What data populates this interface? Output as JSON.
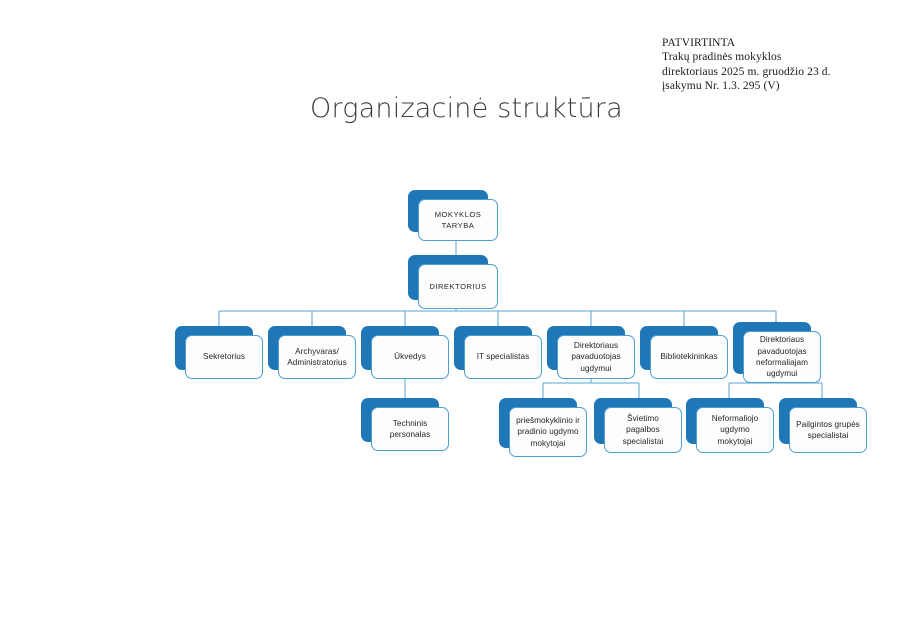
{
  "document": {
    "approval_note": [
      "PATVIRTINTA",
      "Trakų pradinės mokyklos",
      "direktoriaus 2025 m. gruodžio 23 d.",
      "įsakymu Nr. 1.3. 295 (V)"
    ],
    "title": "Organizacinė struktūra"
  },
  "colors": {
    "box_shadow_blue": "#2077b8",
    "box_border_blue": "#4d9fd2",
    "box_fill": "#fdfdfd",
    "connector_blue": "#5aa3d0",
    "page_background": "#ffffff",
    "title_text": "#3b3b3b",
    "body_text": "#20262b"
  },
  "org_chart": {
    "type": "hierarchy",
    "levels": 4,
    "nodes": [
      {
        "id": "mokyklos-taryba",
        "label": "MOKYKLOS TARYBA",
        "level": 1,
        "parent": null
      },
      {
        "id": "direktorius",
        "label": "DIREKTORIUS",
        "level": 2,
        "parent": "mokyklos-taryba"
      },
      {
        "id": "sekretorius",
        "label": "Sekretorius",
        "level": 3,
        "parent": "direktorius"
      },
      {
        "id": "archyvaras",
        "label": "Archyvaras/ Administratorius",
        "level": 3,
        "parent": "direktorius"
      },
      {
        "id": "ukvedys",
        "label": "Ūkvedys",
        "level": 3,
        "parent": "direktorius"
      },
      {
        "id": "it-specialistas",
        "label": "IT specialistas",
        "level": 3,
        "parent": "direktorius"
      },
      {
        "id": "pavaduotojas-ugdymui",
        "label": "Direktoriaus pavaduotojas ugdymui",
        "level": 3,
        "parent": "direktorius"
      },
      {
        "id": "bibliotekininkas",
        "label": "Bibliotekininkas",
        "level": 3,
        "parent": "direktorius"
      },
      {
        "id": "pavaduotojas-neformaliajam",
        "label": "Direktoriaus pavaduotojas neformaliajam ugdymui",
        "level": 3,
        "parent": "direktorius"
      },
      {
        "id": "techninis-personalas",
        "label": "Techninis personalas",
        "level": 4,
        "parent": "ukvedys"
      },
      {
        "id": "priesmokyklinio-mokytojai",
        "label": "priešmokyklinio ir pradinio ugdymo mokytojai",
        "level": 4,
        "parent": "pavaduotojas-ugdymui"
      },
      {
        "id": "svietimo-pagalbos",
        "label": "Švietimo pagalbos specialistai",
        "level": 4,
        "parent": "pavaduotojas-ugdymui"
      },
      {
        "id": "neformaliojo-mokytojai",
        "label": "Neformaliojo ugdymo mokytojai",
        "level": 4,
        "parent": "pavaduotojas-neformaliajam"
      },
      {
        "id": "pailgintos-grupes",
        "label": "Pailgintos grupės specialistai",
        "level": 4,
        "parent": "pavaduotojas-neformaliajam"
      }
    ]
  }
}
